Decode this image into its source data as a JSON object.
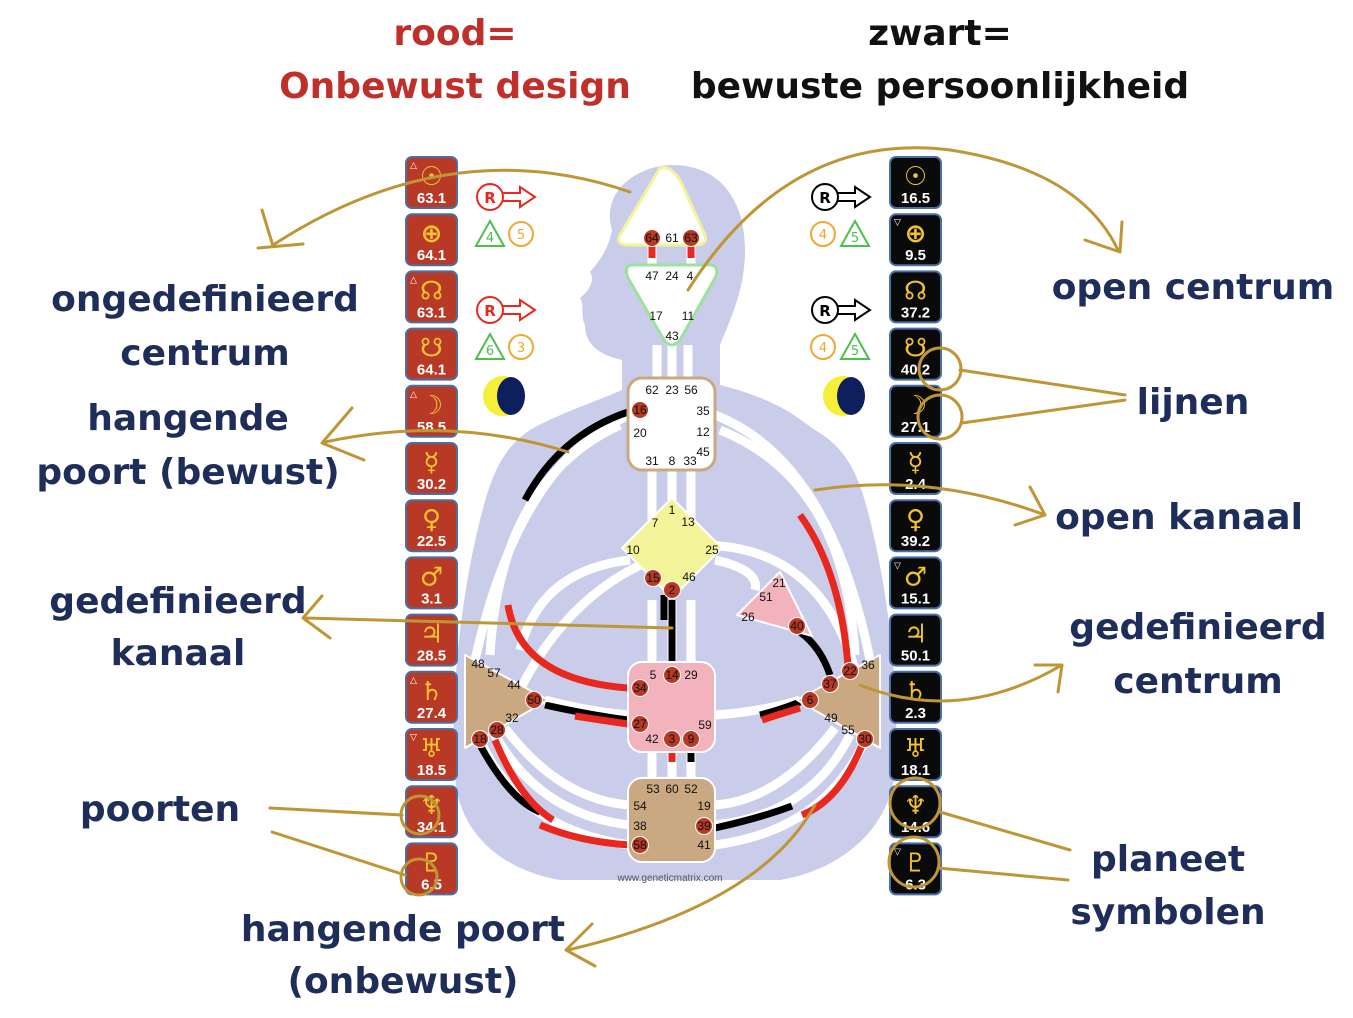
{
  "header": {
    "left_line1": "rood=",
    "left_line2": "Onbewust design",
    "right_line1": "zwart=",
    "right_line2": "bewuste persoonlijkheid",
    "left_color": "#c0302a",
    "right_color": "#111111"
  },
  "labels": {
    "undefined_center": [
      "ongedefinieerd",
      "centrum"
    ],
    "hanging_gate_conscious": [
      "hangende",
      "poort (bewust)"
    ],
    "defined_channel": [
      "gedefinieerd",
      "kanaal"
    ],
    "gates": "poorten",
    "hanging_gate_unconscious": [
      "hangende poort",
      "(onbewust)"
    ],
    "open_center": "open centrum",
    "lines": "lijnen",
    "open_channel": "open kanaal",
    "defined_center": [
      "gedefinieerd",
      "centrum"
    ],
    "planet_symbols": [
      "planeet",
      "symbolen"
    ]
  },
  "planets": {
    "design": [
      {
        "name": "sun",
        "symbol": "☉",
        "value": "63.1",
        "marker": "△"
      },
      {
        "name": "earth",
        "symbol": "⊕",
        "value": "64.1",
        "marker": ""
      },
      {
        "name": "north-node",
        "symbol": "☊",
        "value": "63.1",
        "marker": "△"
      },
      {
        "name": "south-node",
        "symbol": "☋",
        "value": "64.1",
        "marker": ""
      },
      {
        "name": "moon",
        "symbol": "☽",
        "value": "58.5",
        "marker": "△"
      },
      {
        "name": "mercury",
        "symbol": "☿",
        "value": "30.2",
        "marker": ""
      },
      {
        "name": "venus",
        "symbol": "♀",
        "value": "22.5",
        "marker": ""
      },
      {
        "name": "mars",
        "symbol": "♂",
        "value": "3.1",
        "marker": ""
      },
      {
        "name": "jupiter",
        "symbol": "♃",
        "value": "28.5",
        "marker": ""
      },
      {
        "name": "saturn",
        "symbol": "♄",
        "value": "27.4",
        "marker": "△"
      },
      {
        "name": "uranus",
        "symbol": "♅",
        "value": "18.5",
        "marker": "▽"
      },
      {
        "name": "neptune",
        "symbol": "♆",
        "value": "34.1",
        "marker": ""
      },
      {
        "name": "pluto",
        "symbol": "♇",
        "value": "6.5",
        "marker": ""
      }
    ],
    "personality": [
      {
        "name": "sun",
        "symbol": "☉",
        "value": "16.5",
        "marker": ""
      },
      {
        "name": "earth",
        "symbol": "⊕",
        "value": "9.5",
        "marker": "▽"
      },
      {
        "name": "north-node",
        "symbol": "☊",
        "value": "37.2",
        "marker": ""
      },
      {
        "name": "south-node",
        "symbol": "☋",
        "value": "40.2",
        "marker": ""
      },
      {
        "name": "moon",
        "symbol": "☽",
        "value": "27.1",
        "marker": ""
      },
      {
        "name": "mercury",
        "symbol": "☿",
        "value": "2.4",
        "marker": ""
      },
      {
        "name": "venus",
        "symbol": "♀",
        "value": "39.2",
        "marker": ""
      },
      {
        "name": "mars",
        "symbol": "♂",
        "value": "15.1",
        "marker": "▽"
      },
      {
        "name": "jupiter",
        "symbol": "♃",
        "value": "50.1",
        "marker": ""
      },
      {
        "name": "saturn",
        "symbol": "♄",
        "value": "2.3",
        "marker": ""
      },
      {
        "name": "uranus",
        "symbol": "♅",
        "value": "18.1",
        "marker": ""
      },
      {
        "name": "neptune",
        "symbol": "♆",
        "value": "14.6",
        "marker": ""
      },
      {
        "name": "pluto",
        "symbol": "♇",
        "value": "6.3",
        "marker": "▽"
      }
    ],
    "design_color": "#b83a26",
    "personality_color": "#0a0a0a"
  },
  "variables": {
    "design": {
      "arrow_letter": "R",
      "row1": {
        "triangle": "4",
        "circle": "5"
      },
      "row2": {
        "triangle": "6",
        "circle": "3"
      }
    },
    "personality": {
      "arrow_letter": "R",
      "row1": {
        "circle": "4",
        "triangle": "5"
      },
      "row2": {
        "circle": "4",
        "triangle": "5"
      }
    }
  },
  "bodygraph": {
    "watermark": "www.geneticmatrix.com",
    "centers": {
      "head": {
        "defined": false,
        "gates": [
          {
            "n": "64",
            "active": true
          },
          {
            "n": "61",
            "active": false
          },
          {
            "n": "63",
            "active": true
          }
        ]
      },
      "ajna": {
        "defined": false,
        "gates": [
          {
            "n": "47",
            "active": false
          },
          {
            "n": "24",
            "active": false
          },
          {
            "n": "4",
            "active": false
          },
          {
            "n": "17",
            "active": false
          },
          {
            "n": "11",
            "active": false
          },
          {
            "n": "43",
            "active": false
          }
        ]
      },
      "throat": {
        "defined": false,
        "gates": [
          {
            "n": "62",
            "active": false
          },
          {
            "n": "23",
            "active": false
          },
          {
            "n": "56",
            "active": false
          },
          {
            "n": "16",
            "active": true
          },
          {
            "n": "35",
            "active": false
          },
          {
            "n": "20",
            "active": false
          },
          {
            "n": "12",
            "active": false
          },
          {
            "n": "45",
            "active": false
          },
          {
            "n": "31",
            "active": false
          },
          {
            "n": "8",
            "active": false
          },
          {
            "n": "33",
            "active": false
          }
        ]
      },
      "g": {
        "defined": true,
        "gates": [
          {
            "n": "1",
            "active": false
          },
          {
            "n": "7",
            "active": false
          },
          {
            "n": "13",
            "active": false
          },
          {
            "n": "10",
            "active": false
          },
          {
            "n": "25",
            "active": false
          },
          {
            "n": "15",
            "active": true
          },
          {
            "n": "46",
            "active": false
          },
          {
            "n": "2",
            "active": true
          }
        ]
      },
      "heart": {
        "defined": true,
        "gates": [
          {
            "n": "21",
            "active": false
          },
          {
            "n": "51",
            "active": false
          },
          {
            "n": "26",
            "active": false
          },
          {
            "n": "40",
            "active": true
          }
        ]
      },
      "sacral": {
        "defined": true,
        "gates": [
          {
            "n": "5",
            "active": false
          },
          {
            "n": "14",
            "active": true
          },
          {
            "n": "29",
            "active": false
          },
          {
            "n": "34",
            "active": true
          },
          {
            "n": "27",
            "active": true
          },
          {
            "n": "59",
            "active": false
          },
          {
            "n": "42",
            "active": false
          },
          {
            "n": "3",
            "active": true
          },
          {
            "n": "9",
            "active": true
          }
        ]
      },
      "spleen": {
        "defined": true,
        "gates": [
          {
            "n": "48",
            "active": false
          },
          {
            "n": "57",
            "active": false
          },
          {
            "n": "44",
            "active": false
          },
          {
            "n": "50",
            "active": true
          },
          {
            "n": "32",
            "active": false
          },
          {
            "n": "28",
            "active": true
          },
          {
            "n": "18",
            "active": true
          }
        ]
      },
      "solar_plexus": {
        "defined": true,
        "gates": [
          {
            "n": "36",
            "active": false
          },
          {
            "n": "22",
            "active": true
          },
          {
            "n": "37",
            "active": true
          },
          {
            "n": "6",
            "active": true
          },
          {
            "n": "49",
            "active": false
          },
          {
            "n": "55",
            "active": false
          },
          {
            "n": "30",
            "active": true
          }
        ]
      },
      "root": {
        "defined": true,
        "gates": [
          {
            "n": "53",
            "active": false
          },
          {
            "n": "60",
            "active": false
          },
          {
            "n": "52",
            "active": false
          },
          {
            "n": "54",
            "active": false
          },
          {
            "n": "19",
            "active": false
          },
          {
            "n": "38",
            "active": false
          },
          {
            "n": "39",
            "active": true
          },
          {
            "n": "58",
            "active": true
          },
          {
            "n": "41",
            "active": false
          }
        ]
      }
    },
    "colors": {
      "body": "#c9cde9",
      "design": "#e8281e",
      "personality": "#000000",
      "yellow": "#f3f39a",
      "pink": "#f2b3bd",
      "brown": "#c9a882",
      "annotation": "#bf9636",
      "label": "#1f2d5a"
    }
  }
}
